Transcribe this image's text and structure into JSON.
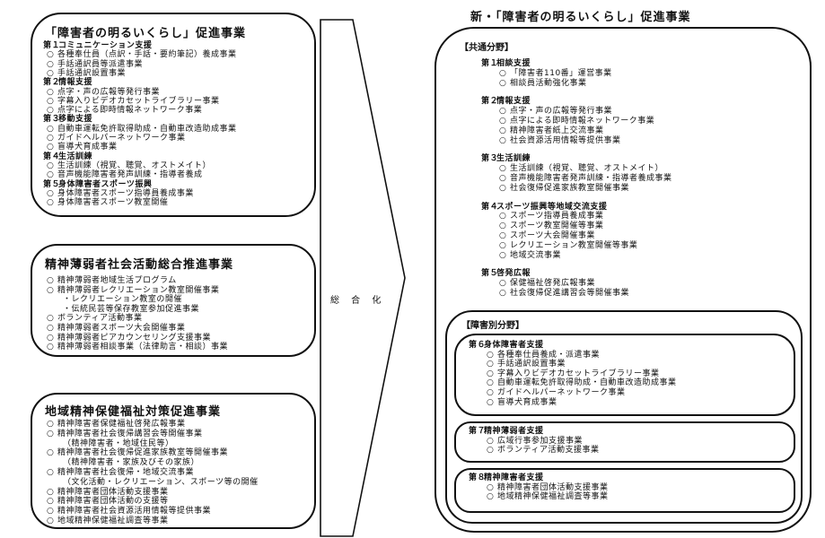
{
  "left_boxes": [
    {
      "title": "「障害者の明るいくらし」促進事業",
      "lines": [
        {
          "kind": "head",
          "num": "第１",
          "text": "コミュニケーション支援"
        },
        {
          "kind": "item",
          "text": "各種奉仕員（点訳・手話・要約筆記）養成事業"
        },
        {
          "kind": "item",
          "text": "手話通訳員等派遣事業"
        },
        {
          "kind": "item",
          "text": "手話通訳設置事業"
        },
        {
          "kind": "head",
          "num": "第２",
          "text": "情報支援"
        },
        {
          "kind": "item",
          "text": "点字・声の広報等発行事業"
        },
        {
          "kind": "item",
          "text": "字幕入りビデオカセットライブラリー事業"
        },
        {
          "kind": "item",
          "text": "点字による即時情報ネットワーク事業"
        },
        {
          "kind": "head",
          "num": "第３",
          "text": "移動支援"
        },
        {
          "kind": "item",
          "text": "自動車運転免許取得助成・自動車改造助成事業"
        },
        {
          "kind": "item",
          "text": "ガイドヘルパーネットワーク事業"
        },
        {
          "kind": "item",
          "text": "盲導犬育成事業"
        },
        {
          "kind": "head",
          "num": "第４",
          "text": "生活訓練"
        },
        {
          "kind": "item",
          "text": "生活訓練（視覚、聴覚、オストメイト）"
        },
        {
          "kind": "item",
          "text": "音声機能障害者発声訓練・指導者養成"
        },
        {
          "kind": "head",
          "num": "第５",
          "text": "身体障害者スポーツ振興"
        },
        {
          "kind": "item",
          "text": "身体障害者スポーツ指導員養成事業"
        },
        {
          "kind": "item",
          "text": "身体障害者スポーツ教室開催"
        }
      ]
    },
    {
      "title": "精神薄弱者社会活動総合推進事業",
      "lines": [
        {
          "kind": "item",
          "text": "精神薄弱者地域生活プログラム"
        },
        {
          "kind": "item",
          "text": "精神薄弱者レクリエーション教室開催事業"
        },
        {
          "kind": "sub",
          "text": "・レクリエーション教室の開催"
        },
        {
          "kind": "sub",
          "text": "・伝統民芸等保存教室参加促進事業"
        },
        {
          "kind": "item",
          "text": "ボランティア活動事業"
        },
        {
          "kind": "item",
          "text": "精神薄弱者スポーツ大会開催事業"
        },
        {
          "kind": "item",
          "text": "精神薄弱者ピアカウンセリング支援事業"
        },
        {
          "kind": "item",
          "text": "精神薄弱者相談事業（法律助言・相談）事業"
        }
      ]
    },
    {
      "title": "地域精神保健福祉対策促進事業",
      "lines": [
        {
          "kind": "item",
          "text": "精神障害者保健福祉啓発広報事業"
        },
        {
          "kind": "item",
          "text": "精神障害者社会復帰講習会等開催事業"
        },
        {
          "kind": "sub",
          "text": "（精神障害者・地域住民等）"
        },
        {
          "kind": "item",
          "text": "精神障害者社会復帰促進家族教室等開催事業"
        },
        {
          "kind": "sub",
          "text": "（精神障害者・家族及びその家族）"
        },
        {
          "kind": "item",
          "text": "精神障害者社会復帰・地域交流事業"
        },
        {
          "kind": "sub",
          "text": "（文化活動・レクリエーション、スポーツ等の開催"
        },
        {
          "kind": "item",
          "text": "精神障害者団体活動支援事業"
        },
        {
          "kind": "item",
          "text": "精神障害者団体活動の支援等"
        },
        {
          "kind": "item",
          "text": "精神障害者社会資源活用情報等提供事業"
        },
        {
          "kind": "item",
          "text": "地域精神保健福祉調査等事業"
        }
      ]
    }
  ],
  "arrow": {
    "label": "総 合 化"
  },
  "right": {
    "title": "新・「障害者の明るいくらし」促進事業",
    "common_tag": "【共通分野】",
    "common_sections": [
      {
        "num": "第１",
        "head": "相談支援",
        "items": [
          "「障害者110番」運営事業",
          "相談員活動強化事業"
        ]
      },
      {
        "num": "第２",
        "head": "情報支援",
        "items": [
          "点字・声の広報等発行事業",
          "点字による即時情報ネットワーク事業",
          "精神障害者紙上交流事業",
          "社会資源活用情報等提供事業"
        ]
      },
      {
        "num": "第３",
        "head": "生活訓練",
        "items": [
          "生活訓練（視覚、聴覚、オストメイト）",
          "音声機能障害者発声訓練・指導者養成事業",
          "社会復帰促進家族教室開催事業"
        ]
      },
      {
        "num": "第４",
        "head": "スポーツ振興等地域交流支援",
        "items": [
          "スポーツ指導員養成事業",
          "スポーツ教室開催等事業",
          "スポーツ大会開催事業",
          "レクリエーション教室開催等事業",
          "地域交流事業"
        ]
      },
      {
        "num": "第５",
        "head": "啓発広報",
        "items": [
          "保健福祉啓発広報事業",
          "社会復帰促進講習会等開催事業"
        ]
      }
    ],
    "specific_tag": "【障害別分野】",
    "specific_sections": [
      {
        "num": "第６",
        "head": "身体障害者支援",
        "items": [
          "各種奉仕員養成・派遣事業",
          "手話通訳設置事業",
          "字幕入りビデオカセットライブラリー事業",
          "自動車運転免許取得助成・自動車改造助成事業",
          "ガイドヘルパーネットワーク事業",
          "盲導犬育成事業"
        ]
      },
      {
        "num": "第７",
        "head": "精神薄弱者支援",
        "items": [
          "広域行事参加支援事業",
          "ボランティア活動支援事業"
        ]
      },
      {
        "num": "第８",
        "head": "精神障害者支援",
        "items": [
          "精神障害者団体活動支援事業",
          "地域精神保健福祉調査等事業"
        ]
      }
    ]
  }
}
